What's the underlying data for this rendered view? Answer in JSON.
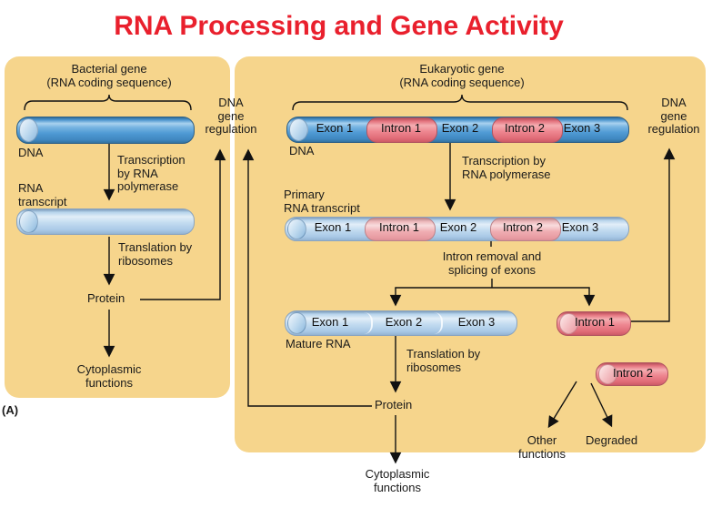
{
  "title": "RNA Processing and Gene Activity",
  "panel_tag": "(A)",
  "colors": {
    "panel_bg": "#F6D58C",
    "title_red": "#E9202D",
    "exon_blue": "#57A0D8",
    "intron_red": "#EC7680",
    "rna_light_blue": "#BDD8EF",
    "intron_light_red": "#F2ABB0",
    "text": "#1A1A1A"
  },
  "bacterial": {
    "heading": [
      "Bacterial gene",
      "(RNA coding sequence)"
    ],
    "dna_label": "DNA",
    "transcription": [
      "Transcription",
      "by RNA",
      "polymerase"
    ],
    "rna_transcript_label": [
      "RNA",
      "transcript"
    ],
    "translation": [
      "Translation by",
      "ribosomes"
    ],
    "protein_label": "Protein",
    "cytoplasmic": [
      "Cytoplasmic",
      "functions"
    ]
  },
  "middle_regulation": [
    "DNA",
    "gene",
    "regulation"
  ],
  "right_regulation": [
    "DNA",
    "gene",
    "regulation"
  ],
  "eukaryotic": {
    "heading": [
      "Eukaryotic gene",
      "(RNA coding sequence)"
    ],
    "dna_label": "DNA",
    "dna_segments": [
      {
        "label": "Exon 1",
        "type": "exon"
      },
      {
        "label": "Intron 1",
        "type": "intron"
      },
      {
        "label": "Exon 2",
        "type": "exon"
      },
      {
        "label": "Intron 2",
        "type": "intron"
      },
      {
        "label": "Exon 3",
        "type": "exon"
      }
    ],
    "transcription": [
      "Transcription by",
      "RNA polymerase"
    ],
    "primary_label": [
      "Primary",
      "RNA transcript"
    ],
    "primary_segments": [
      {
        "label": "Exon 1",
        "type": "exon"
      },
      {
        "label": "Intron 1",
        "type": "intron"
      },
      {
        "label": "Exon 2",
        "type": "exon"
      },
      {
        "label": "Intron 2",
        "type": "intron"
      },
      {
        "label": "Exon 3",
        "type": "exon"
      }
    ],
    "splicing": [
      "Intron removal and",
      "splicing of exons"
    ],
    "mature_label": "Mature RNA",
    "mature_segments": [
      {
        "label": "Exon 1"
      },
      {
        "label": "Exon 2"
      },
      {
        "label": "Exon 3"
      }
    ],
    "intron1_label": "Intron 1",
    "intron2_label": "Intron 2",
    "translation": [
      "Translation by",
      "ribosomes"
    ],
    "protein_label": "Protein",
    "cytoplasmic": [
      "Cytoplasmic",
      "functions"
    ],
    "other_functions": [
      "Other",
      "functions"
    ],
    "degraded_label": "Degraded"
  }
}
